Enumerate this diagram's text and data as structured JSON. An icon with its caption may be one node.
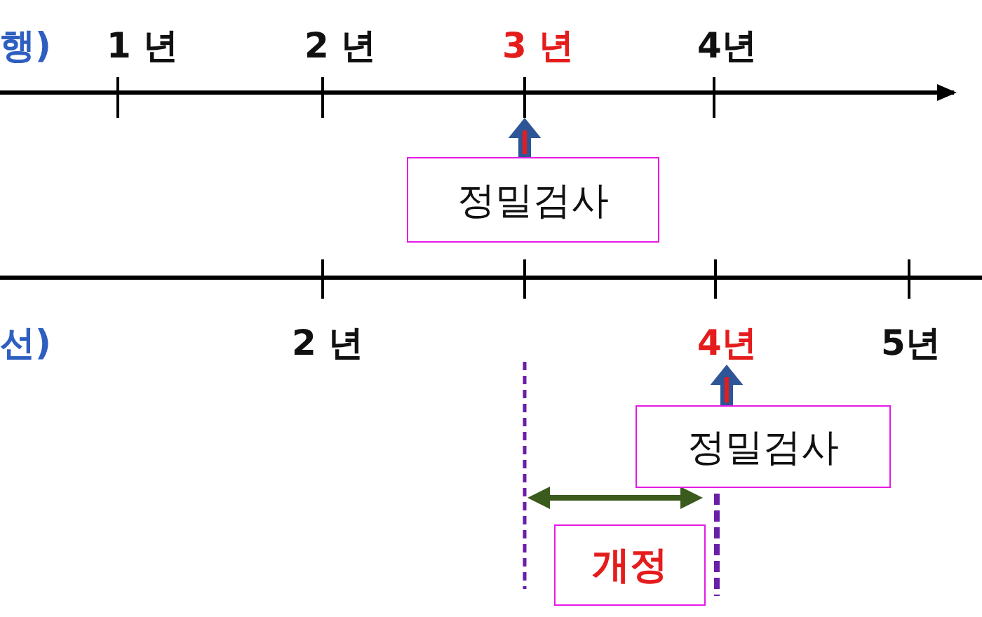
{
  "diagram": {
    "nodes": [
      {
        "text": [],
        "shape": "line"
      },
      {
        "text": [
          "정밀검사"
        ]
      },
      {
        "text": [
          "4년"
        ]
      },
      {
        "text": [
          "정밀검사"
        ]
      },
      {
        "text": [
          "개정"
        ]
      }
    ],
    "edges": [
      {
        "from": 1,
        "to": 0,
        "arrow": "to"
      },
      {
        "from": 3,
        "to": 2,
        "arrow": "to"
      }
    ],
    "labels": [
      "행)",
      "1 년",
      "2 년",
      "3 년",
      "4년",
      "선)",
      "2 년",
      "5년"
    ]
  }
}
